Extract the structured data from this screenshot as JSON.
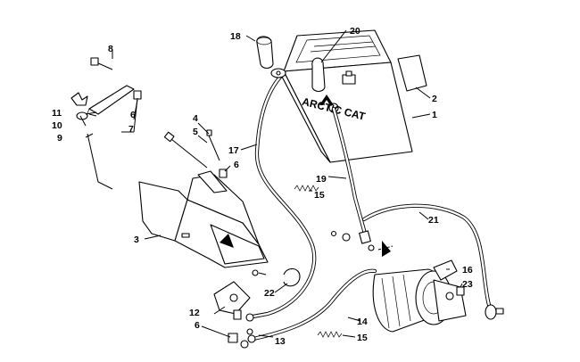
{
  "brand_text": "ARCTIC CAT",
  "callouts": [
    {
      "id": "c1",
      "label": "1"
    },
    {
      "id": "c2",
      "label": "2"
    },
    {
      "id": "c3",
      "label": "3"
    },
    {
      "id": "c4",
      "label": "4"
    },
    {
      "id": "c5",
      "label": "5"
    },
    {
      "id": "c6a",
      "label": "6"
    },
    {
      "id": "c6b",
      "label": "6"
    },
    {
      "id": "c6c",
      "label": "6"
    },
    {
      "id": "c7",
      "label": "7"
    },
    {
      "id": "c8",
      "label": "8"
    },
    {
      "id": "c9",
      "label": "9"
    },
    {
      "id": "c10",
      "label": "10"
    },
    {
      "id": "c11",
      "label": "11"
    },
    {
      "id": "c12",
      "label": "12"
    },
    {
      "id": "c13",
      "label": "13"
    },
    {
      "id": "c14",
      "label": "14"
    },
    {
      "id": "c15a",
      "label": "15"
    },
    {
      "id": "c15b",
      "label": "15"
    },
    {
      "id": "c16",
      "label": "16"
    },
    {
      "id": "c17",
      "label": "17"
    },
    {
      "id": "c18",
      "label": "18"
    },
    {
      "id": "c19",
      "label": "19"
    },
    {
      "id": "c20",
      "label": "20"
    },
    {
      "id": "c21",
      "label": "21"
    },
    {
      "id": "c22",
      "label": "22"
    },
    {
      "id": "c23",
      "label": "23"
    }
  ]
}
